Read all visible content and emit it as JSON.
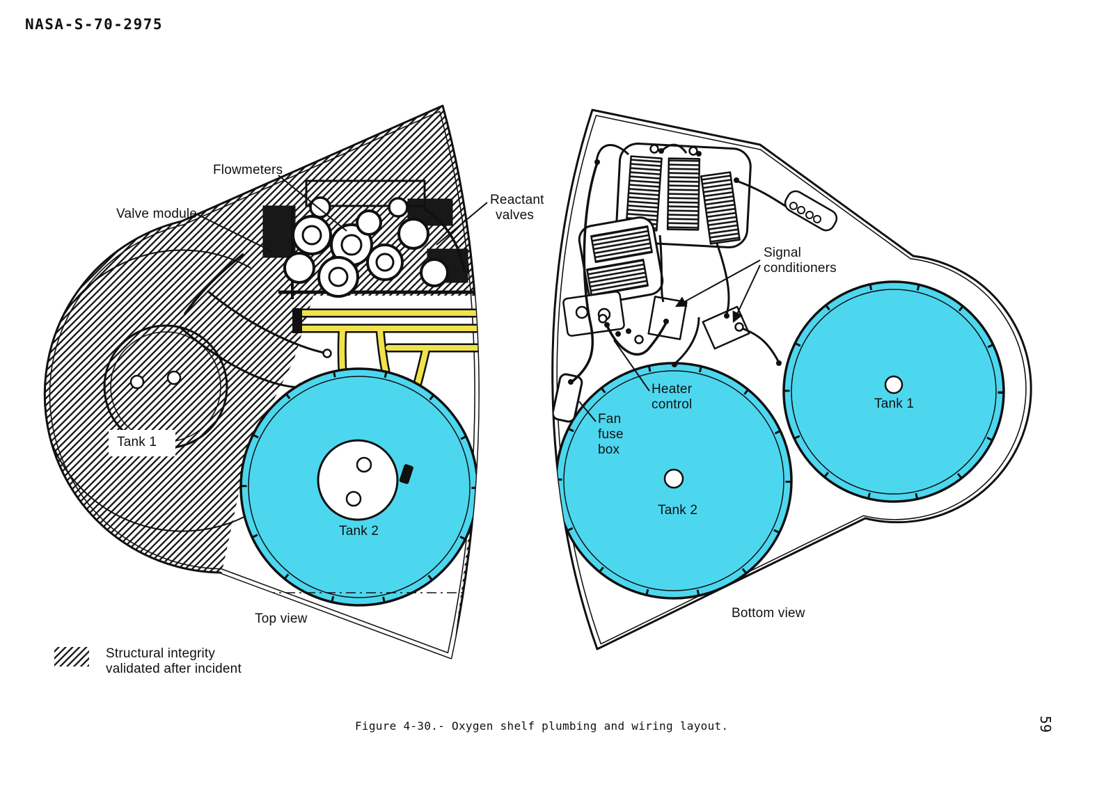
{
  "page": {
    "nasa_id": "NASA-S-70-2975",
    "caption": "Figure 4-30.- Oxygen shelf plumbing and wiring layout.",
    "page_number": "59"
  },
  "top_view": {
    "title": "Top view",
    "flowmeters": "Flowmeters",
    "valve_module": "Valve module",
    "reactant_line1": "Reactant",
    "reactant_line2": "valves",
    "tank1": "Tank 1",
    "tank2": "Tank 2"
  },
  "bottom_view": {
    "title": "Bottom view",
    "signal_line1": "Signal",
    "signal_line2": "conditioners",
    "heater_line1": "Heater",
    "heater_line2": "control",
    "fan_line1": "Fan",
    "fan_line2": "fuse",
    "fan_line3": "box",
    "tank1": "Tank 1",
    "tank2": "Tank 2"
  },
  "legend": {
    "line1": "Structural integrity",
    "line2": "validated after incident"
  },
  "colors": {
    "ink": "#101010",
    "tank_fill": "#4dd7ef",
    "plumbing_yellow": "#f0e24a",
    "paper": "#ffffff"
  }
}
